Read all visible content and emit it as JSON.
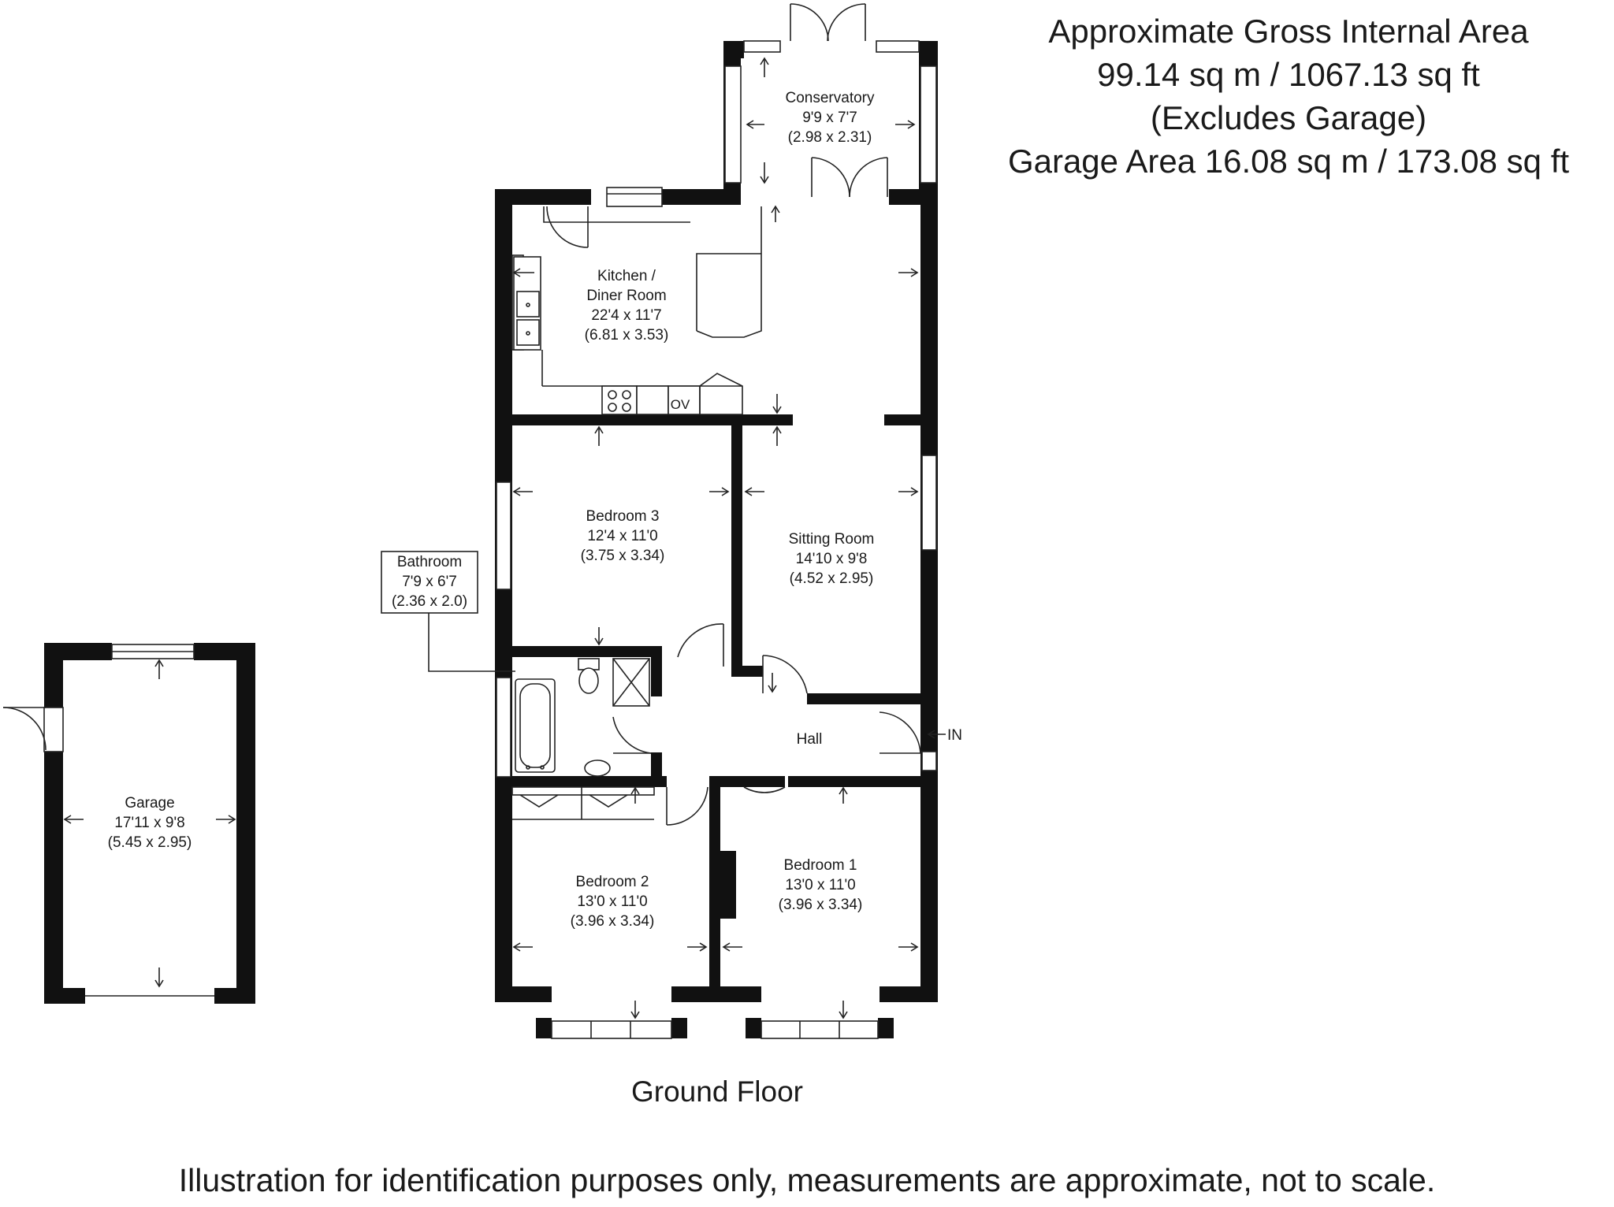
{
  "area": {
    "gross_label": "Approximate Gross Internal Area",
    "gross_value": "99.14 sq m / 1067.13 sq ft",
    "excludes": "(Excludes Garage)",
    "garage_area": "Garage Area 16.08 sq m / 173.08 sq ft"
  },
  "rooms": {
    "conservatory": {
      "name": "Conservatory",
      "imperial": "9'9 x 7'7",
      "metric": "(2.98 x 2.31)"
    },
    "kitchen": {
      "name_line1": "Kitchen /",
      "name_line2": "Diner Room",
      "imperial": "22'4 x 11'7",
      "metric": "(6.81 x 3.53)"
    },
    "bedroom3": {
      "name": "Bedroom 3",
      "imperial": "12'4 x 11'0",
      "metric": "(3.75 x 3.34)"
    },
    "sitting": {
      "name": "Sitting Room",
      "imperial": "14'10 x 9'8",
      "metric": "(4.52 x 2.95)"
    },
    "bathroom": {
      "name": "Bathroom",
      "imperial": "7'9 x 6'7",
      "metric": "(2.36 x 2.0)"
    },
    "hall": {
      "name": "Hall"
    },
    "bedroom2": {
      "name": "Bedroom 2",
      "imperial": "13'0 x 11'0",
      "metric": "(3.96 x 3.34)"
    },
    "bedroom1": {
      "name": "Bedroom 1",
      "imperial": "13'0 x 11'0",
      "metric": "(3.96 x 3.34)"
    },
    "garage": {
      "name": "Garage",
      "imperial": "17'11 x 9'8",
      "metric": "(5.45 x 2.95)"
    }
  },
  "fixtures": {
    "oven": "OV",
    "entrance": "IN"
  },
  "floor_title": "Ground Floor",
  "disclaimer": "Illustration for identification purposes only, measurements are approximate, not to scale."
}
